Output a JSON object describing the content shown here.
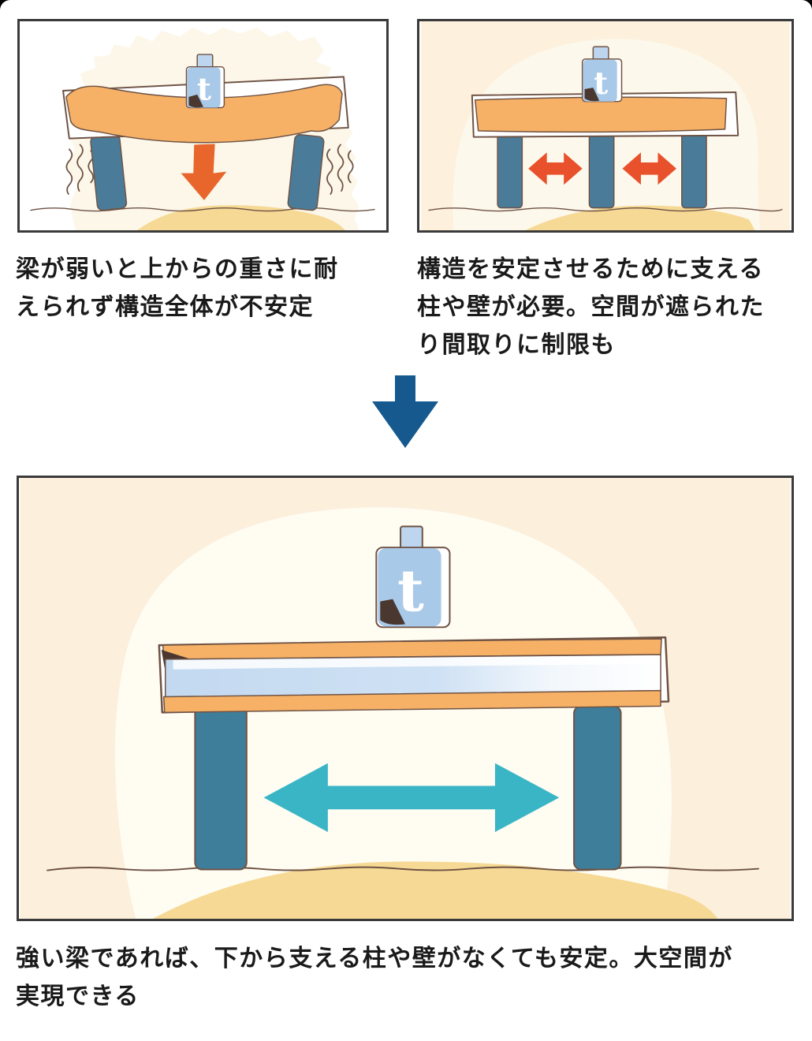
{
  "palette": {
    "panel_border": "#3a3a3a",
    "text": "#1a1a1a",
    "outline": "#6e5244",
    "cream": "#fcf7e9",
    "cream_light": "#fdf8ec",
    "peach": "#fdf0dc",
    "peach_deep": "#fcefdc",
    "blob_white": "#fffcf2",
    "ground_tan": "#f6d994",
    "beam_orange": "#f6b166",
    "column_blue": "#4a7c99",
    "column_dark": "#3f7e9b",
    "block_blue": "#a9c9e9",
    "block_cap": "#bdd5ee",
    "arrow_orange": "#e8662b",
    "arrow_red": "#e8512b",
    "arrow_teal": "#3ab5c6",
    "arrow_navy": "#15598e",
    "shadow_brown": "#4a372f",
    "steel_blue": "#c3d9f0"
  },
  "panels": {
    "weak": {
      "block_letter": "t",
      "caption_lines": [
        "梁が弱いと上からの重さに耐",
        "えられず構造全体が不安定"
      ]
    },
    "braced": {
      "block_letter": "t",
      "caption_lines": [
        "構造を安定させるために支える",
        "柱や壁が必要。空間が遮られた",
        "り間取りに制限も"
      ]
    },
    "strong": {
      "block_letter": "t",
      "caption_lines": [
        "強い梁であれば、下から支える柱や壁がなくても安定。大空間が",
        "実現できる"
      ]
    }
  }
}
